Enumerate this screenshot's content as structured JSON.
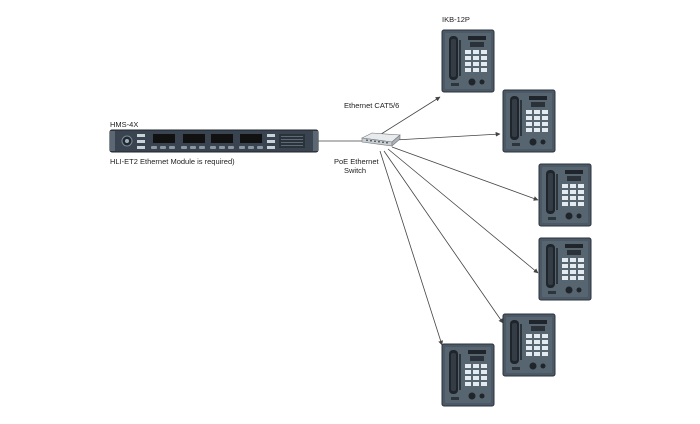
{
  "labels": {
    "hms": "HMS-4X",
    "module_note": "HLI-ET2 Ethernet Module is required)",
    "cable": "Ethernet CAT5/6",
    "switch_line1": "PoE Ethernet",
    "switch_line2": "Switch",
    "keypanel": "IKB-12P"
  },
  "colors": {
    "panel_body": "#4a5866",
    "panel_dark": "#2b333b",
    "key_light": "#dfe7ee",
    "rack": "#3a4450",
    "line": "#444444"
  }
}
